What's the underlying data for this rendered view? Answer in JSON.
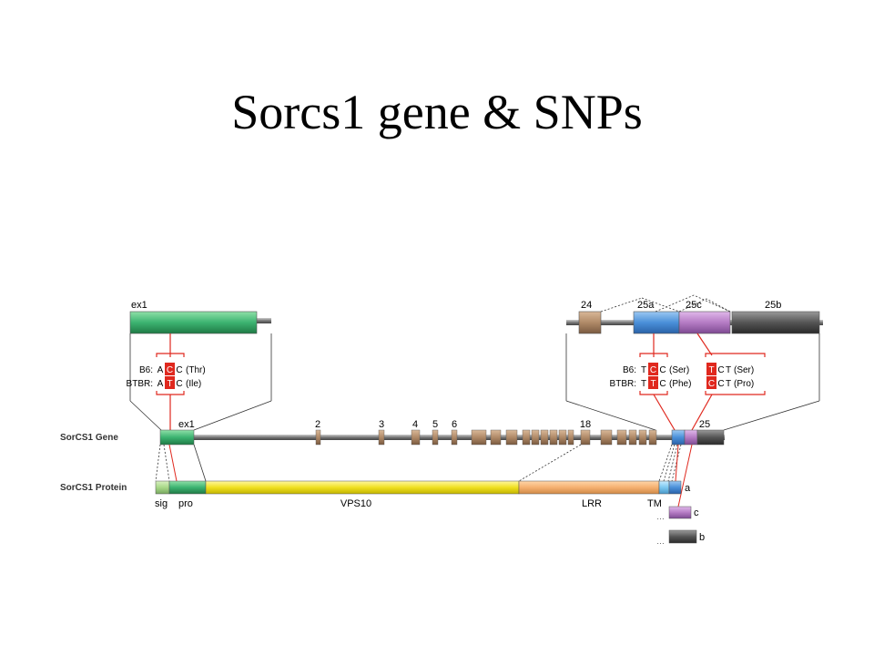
{
  "title": "Sorcs1 gene & SNPs",
  "top_left": {
    "exon_label": "ex1"
  },
  "top_right": {
    "exon_labels": [
      "24",
      "25a",
      "25c",
      "25b"
    ]
  },
  "snp_left": {
    "rows": [
      {
        "strain": "B6:",
        "b1": "A",
        "b2": "C",
        "b3": "C",
        "aa": "(Thr)"
      },
      {
        "strain": "BTBR:",
        "b1": "A",
        "b2": "T",
        "b3": "C",
        "aa": "(Ile)"
      }
    ]
  },
  "snp_right_a": {
    "rows": [
      {
        "strain": "B6:",
        "b1": "T",
        "b2": "C",
        "b3": "C",
        "aa": "(Ser)"
      },
      {
        "strain": "BTBR:",
        "b1": "T",
        "b2": "T",
        "b3": "C",
        "aa": "(Phe)"
      }
    ]
  },
  "snp_right_c": {
    "rows": [
      {
        "b1": "T",
        "b2": "C",
        "b3": "T",
        "aa": "(Ser)"
      },
      {
        "b1": "C",
        "b2": "C",
        "b3": "T",
        "aa": "(Pro)"
      }
    ]
  },
  "gene": {
    "label": "SorCS1 Gene",
    "exon_labels": [
      "ex1",
      "2",
      "3",
      "4",
      "5",
      "6",
      "18",
      "25"
    ]
  },
  "protein": {
    "label": "SorCS1 Protein",
    "domains": [
      "sig",
      "pro",
      "VPS10",
      "LRR",
      "TM"
    ],
    "isoforms": [
      "a",
      "c",
      "b"
    ]
  },
  "colors": {
    "green": "#3cb371",
    "brown": "#b08a68",
    "blue": "#4a90d9",
    "purple": "#b57cc4",
    "dark_gray": "#555555",
    "yellow": "#f0e020",
    "orange": "#f5b070",
    "red": "#e0281e"
  }
}
